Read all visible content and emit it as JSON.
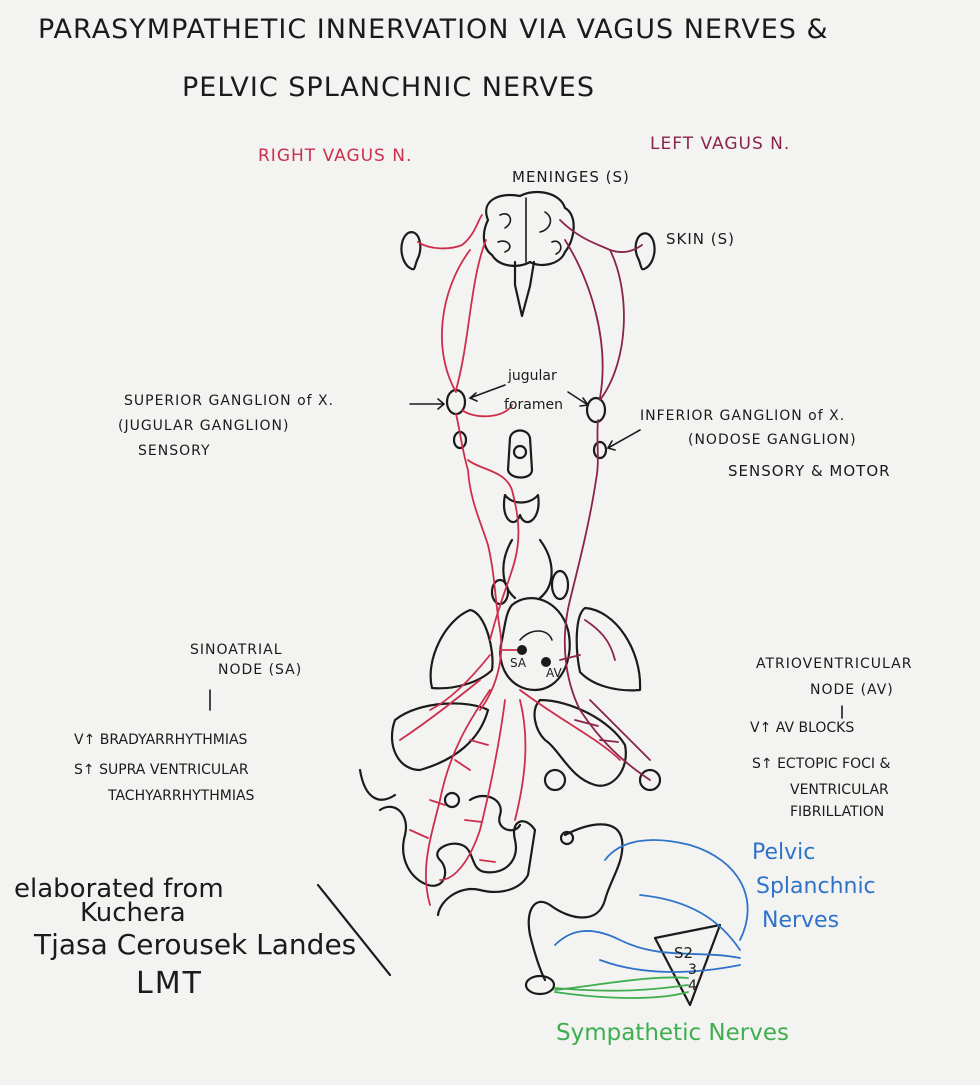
{
  "title": {
    "line1": "PARASYMPATHETIC INNERVATION VIA VAGUS NERVES &",
    "line2": "PELVIC SPLANCHNIC NERVES"
  },
  "labels": {
    "right_vagus": "RIGHT VAGUS N.",
    "left_vagus": "LEFT VAGUS N.",
    "meninges": "MENINGES (S)",
    "skin": "SKIN (S)",
    "jugular1": "jugular",
    "jugular2": "foramen",
    "superior1": "SUPERIOR GANGLION of X.",
    "superior2": "(JUGULAR GANGLION)",
    "superior3": "SENSORY",
    "inferior1": "INFERIOR GANGLION of X.",
    "inferior2": "(NODOSE GANGLION)",
    "inferior3": "SENSORY & MOTOR",
    "sa_node1": "SINOATRIAL",
    "sa_node2": "NODE (SA)",
    "v_brady": "V↑ BRADYARRHYTHMIAS",
    "s_supra1": "S↑ SUPRA VENTRICULAR",
    "s_supra2": "TACHYARRHYTHMIAS",
    "av_node1": "ATRIOVENTRICULAR",
    "av_node2": "NODE (AV)",
    "v_av": "V↑ AV BLOCKS",
    "s_ectopic1": "S↑ ECTOPIC FOCI &",
    "s_ectopic2": "VENTRICULAR",
    "s_ectopic3": "FIBRILLATION",
    "sa": "SA",
    "av": "AV",
    "pelvic1": "Pelvic",
    "pelvic2": "Splanchnic",
    "pelvic3": "Nerves",
    "s2": "S2",
    "s3": "3",
    "s4": "4",
    "sympathetic": "Sympathetic Nerves",
    "credit1": "elaborated from",
    "credit2": "Kuchera",
    "credit3": "Tjasa Cerousek Landes",
    "credit4": "LMT"
  },
  "colors": {
    "ink": "#1b1b1b",
    "right_vagus": "#cc2f4d",
    "left_vagus": "#8a2448",
    "pelvic": "#2f73c9",
    "sympathetic": "#3fae4f",
    "paper": "#f3f3f1"
  }
}
